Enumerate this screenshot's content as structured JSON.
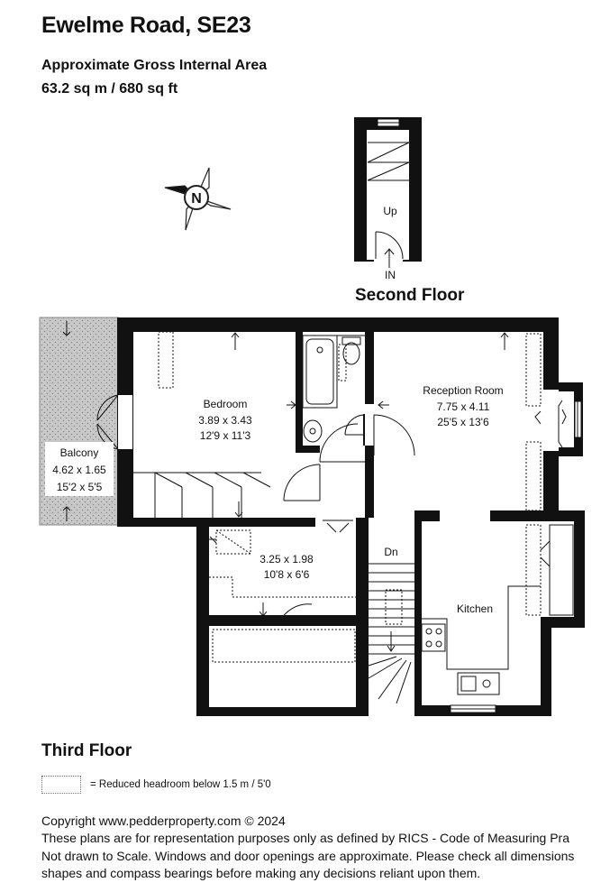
{
  "title": "Ewelme Road, SE23",
  "area": {
    "label": "Approximate Gross Internal Area",
    "value": "63.2 sq m / 680 sq ft"
  },
  "floors": {
    "second": "Second Floor",
    "third": "Third Floor"
  },
  "second_floor": {
    "stair_label": "Up",
    "entry_label": "IN"
  },
  "compass": {
    "letter": "N"
  },
  "rooms": {
    "bedroom": {
      "name": "Bedroom",
      "metric": "3.89 x 3.43",
      "imperial": "12'9 x 11'3"
    },
    "reception": {
      "name": "Reception Room",
      "metric": "7.75 x 4.11",
      "imperial": "25'5 x 13'6"
    },
    "balcony": {
      "name": "Balcony",
      "metric": "4.62 x 1.65",
      "imperial": "15'2 x 5'5"
    },
    "store": {
      "metric": "3.25 x 1.98",
      "imperial": "10'8 x 6'6"
    },
    "kitchen": {
      "name": "Kitchen"
    },
    "stairs": {
      "label": "Dn"
    }
  },
  "legend": {
    "text": "=  Reduced headroom below 1.5 m / 5'0"
  },
  "footer": {
    "line1": "Copyright www.pedderproperty.com © 2024",
    "line2": "These plans are for representation purposes only as defined by RICS - Code of Measuring Pra",
    "line3": "Not drawn to Scale. Windows and door openings are approximate. Please check all dimensions",
    "line4": "shapes and compass bearings before making any decisions reliant upon them."
  }
}
